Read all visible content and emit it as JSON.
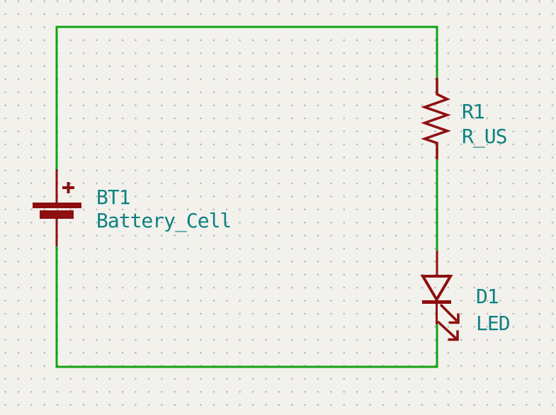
{
  "colors": {
    "background": "#f2f1ec",
    "grid-dot": "#b5b5b5",
    "wire": "#12a312",
    "symbol": "#8e0f0f",
    "field-text": "#0e8181"
  },
  "schematic": {
    "components": {
      "battery": {
        "reference": "BT1",
        "value": "Battery_Cell",
        "plus_sign": "+"
      },
      "resistor": {
        "reference": "R1",
        "value": "R_US"
      },
      "led": {
        "reference": "D1",
        "value": "LED"
      }
    }
  }
}
